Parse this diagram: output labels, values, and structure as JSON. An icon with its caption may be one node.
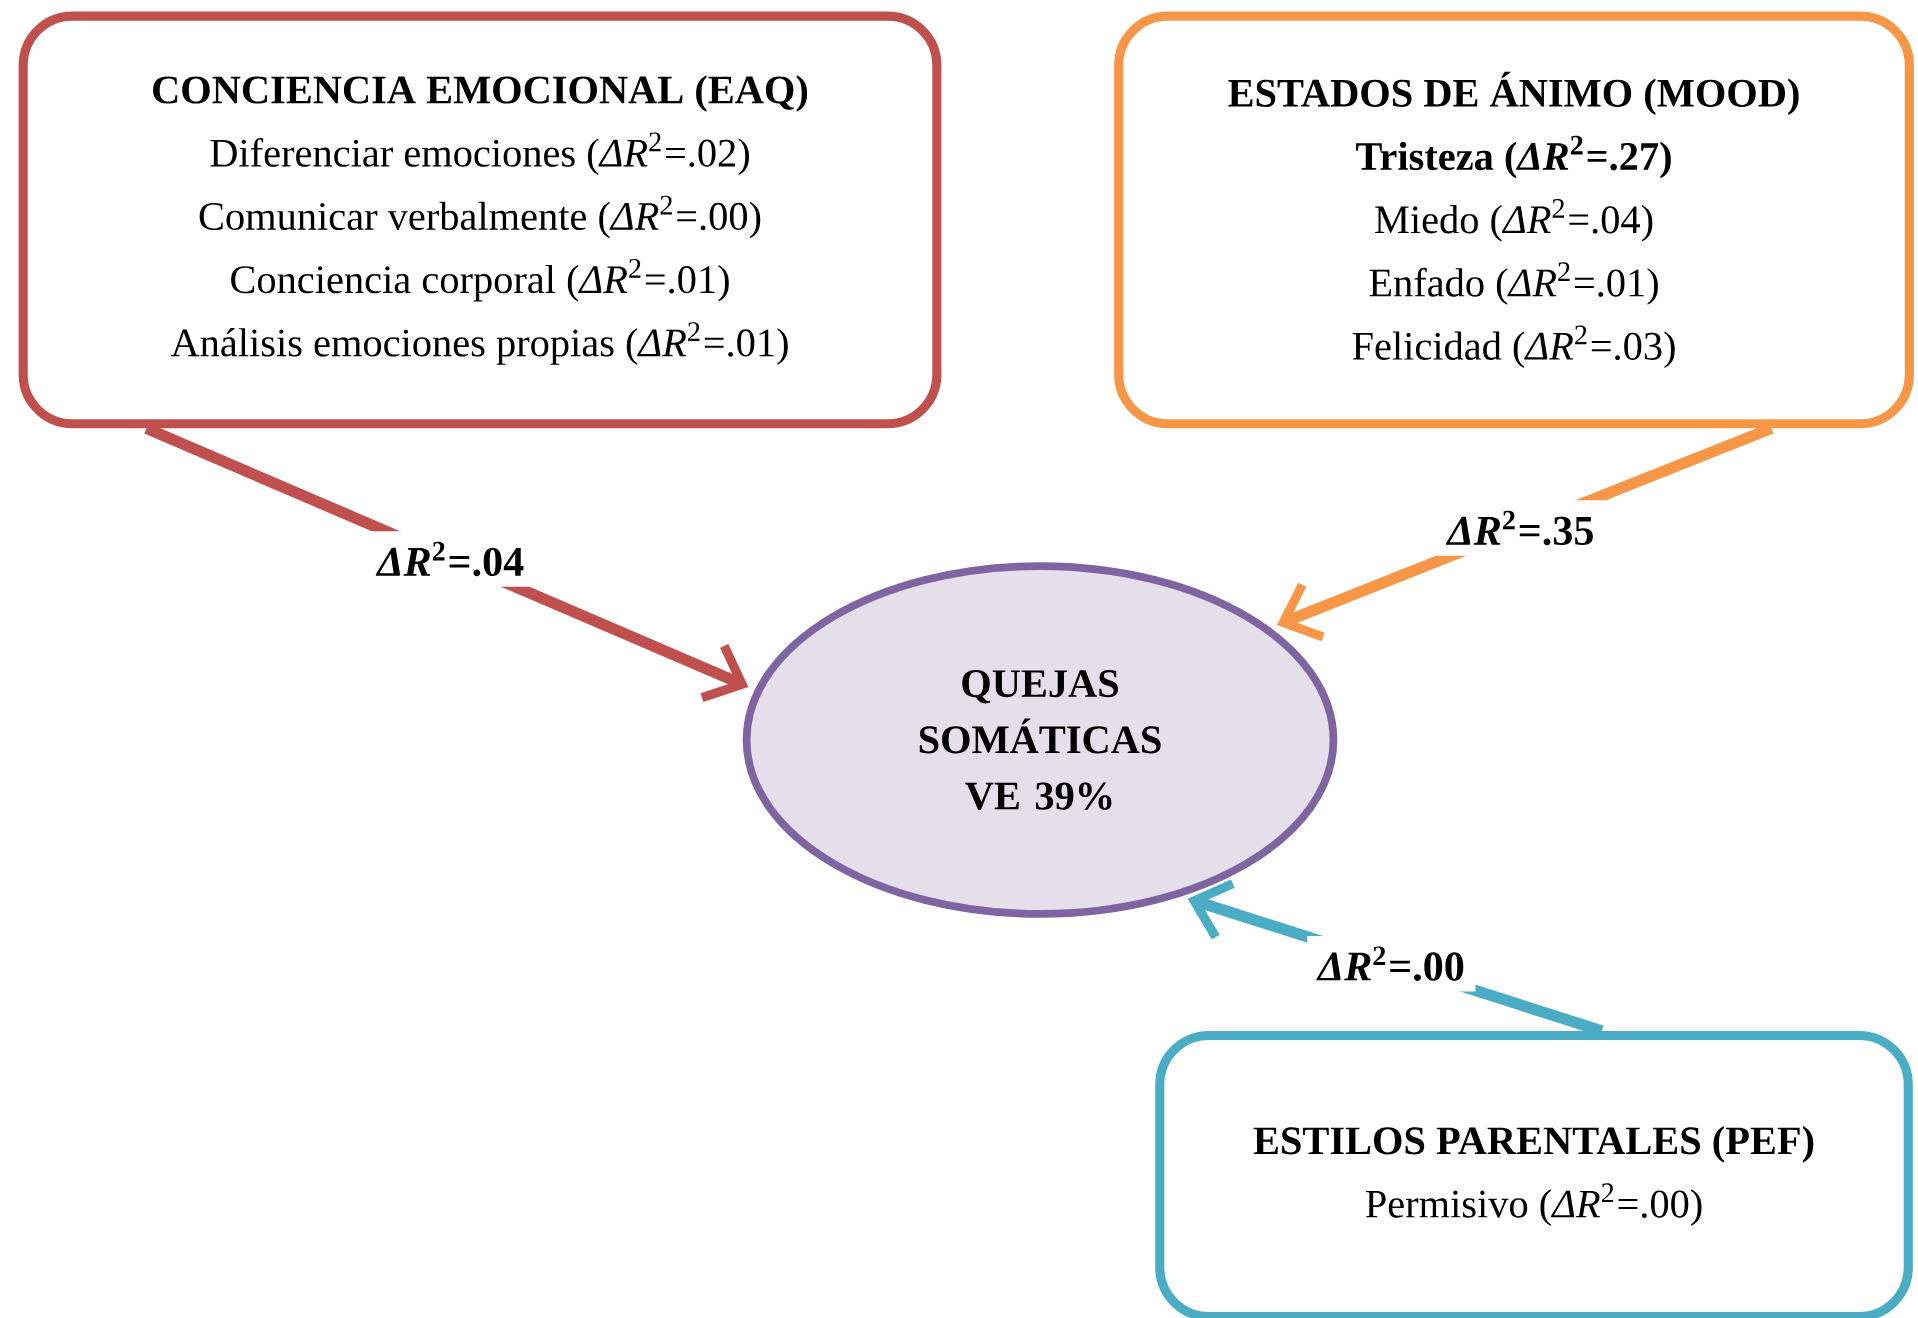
{
  "diagram": {
    "nodes": [
      {
        "text": [
          "CONCIENCIA EMOCIONAL (EAQ)",
          "Diferenciar emociones (*ΔR*$^{2}$=.02)",
          "Comunicar verbalmente (*ΔR*$^{2}$=.00)",
          "Conciencia corporal (*ΔR*$^{2}$=.01)",
          "Análisis emociones propias (*ΔR*$^{2}$=.01)"
        ]
      },
      {
        "text": [
          "ESTADOS DE ÁNIMO (MOOD)",
          "Tristeza (*ΔR*$^{2}$=.27)",
          "Miedo (*ΔR*$^{2}$=.04)",
          "Enfado (*ΔR*$^{2}$=.01)",
          "Felicidad (*ΔR*$^{2}$=.03)"
        ]
      },
      {
        "text": [
          "QUEJAS SOMÁTICAS VE 39%"
        ]
      },
      {
        "text": [
          "ESTILOS PARENTALES (PEF)",
          "Permisivo (*ΔR*$^{2}$=.00)"
        ]
      }
    ],
    "edges": [
      {
        "from": 0,
        "to": 2,
        "arrow": "to",
        "label": "*ΔR*$^{2}$=.04",
        "color": "#c0504d"
      },
      {
        "from": 1,
        "to": 2,
        "arrow": "to",
        "label": "*ΔR*$^{2}$=.35",
        "color": "#f79646"
      },
      {
        "from": 3,
        "to": 2,
        "arrow": "to",
        "label": "*ΔR*$^{2}$=.00",
        "color": "#4bacc6"
      }
    ]
  }
}
